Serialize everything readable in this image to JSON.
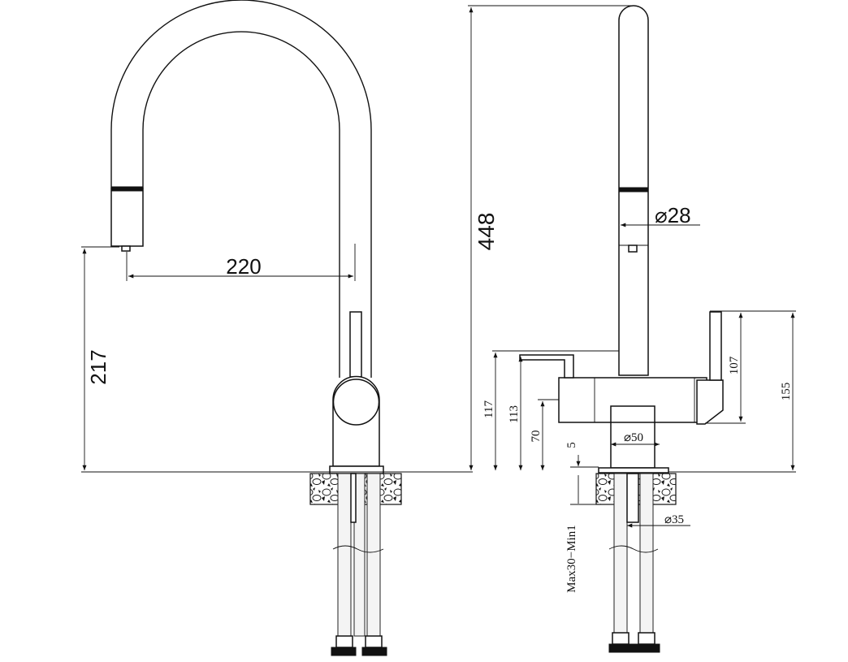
{
  "dimensions": {
    "front": {
      "spout_reach": "220",
      "outlet_height": "217"
    },
    "side": {
      "total_height": "448",
      "spout_diameter": "⌀28",
      "lever_height": "107",
      "lever_top_height": "155",
      "body_top_height": "117",
      "body_height": "113",
      "body_axis_height": "70",
      "base_height": "5",
      "base_diameter": "⌀50",
      "shank_diameter": "⌀35",
      "deck_thickness": "Max30−Min1"
    }
  },
  "colors": {
    "line": "#111111",
    "background": "#ffffff"
  }
}
